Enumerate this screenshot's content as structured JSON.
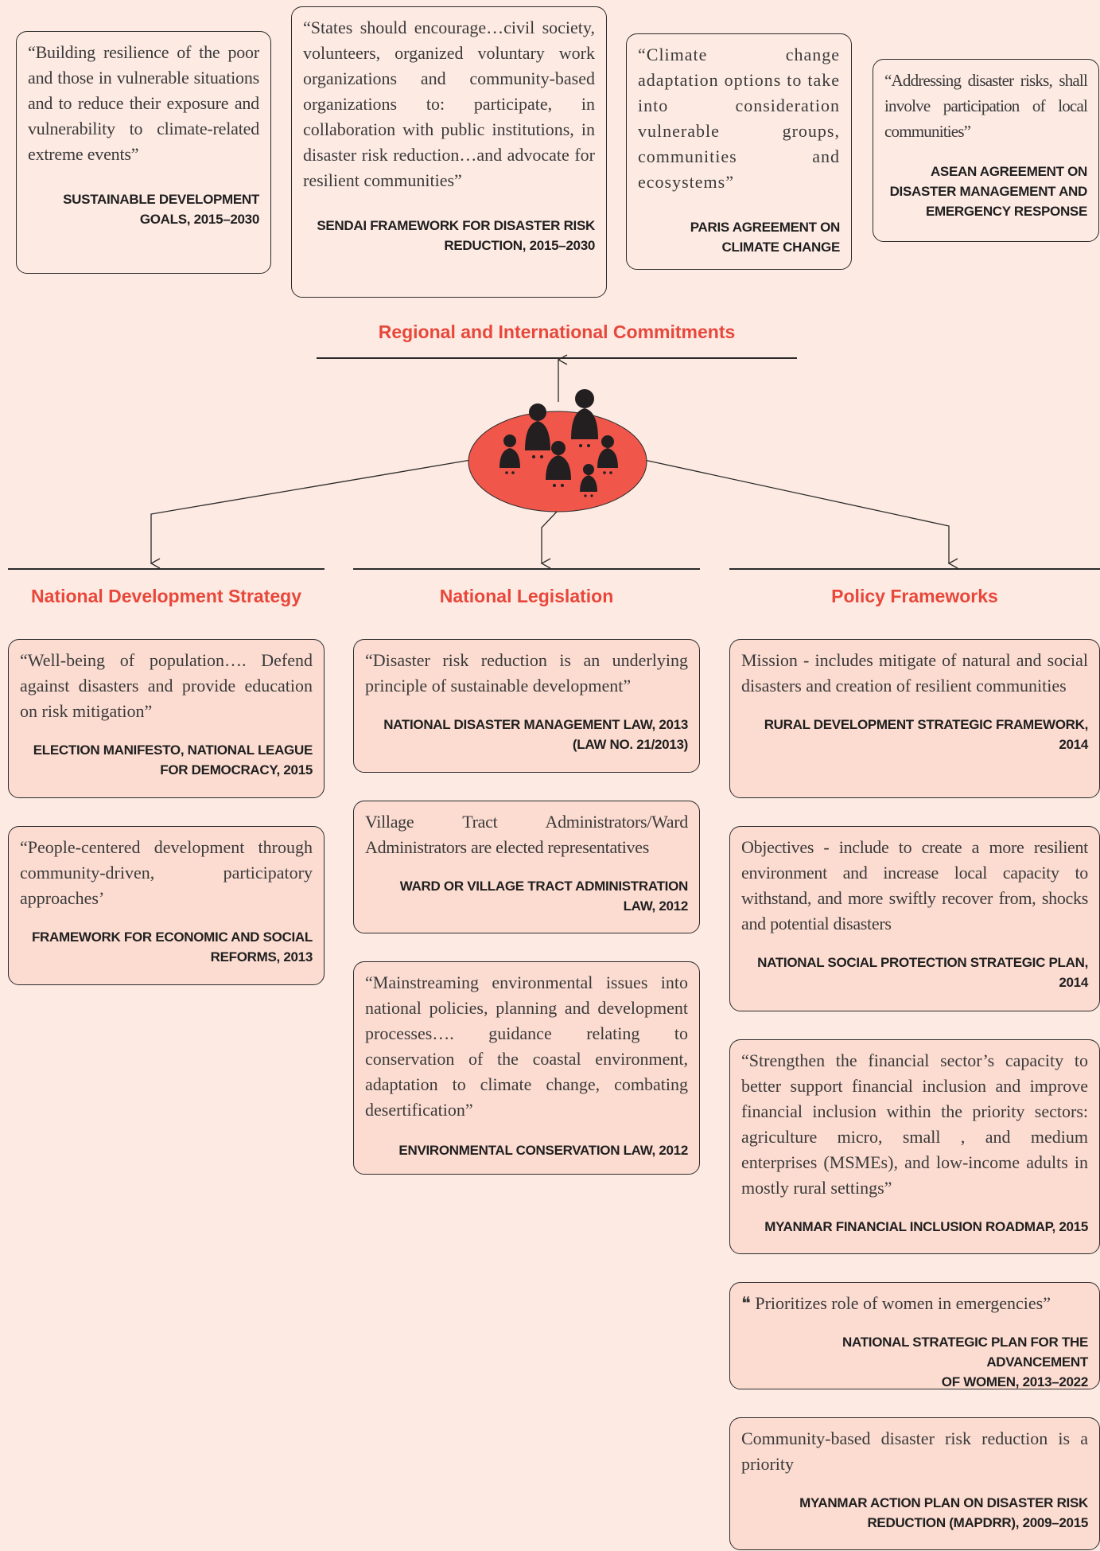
{
  "regional": {
    "heading": "Regional and International Commitments",
    "items": [
      {
        "quote": "“Building resilience of the poor and those in vulnerable situations and to reduce their exposure and vulnerability to climate-related extreme events”",
        "source_lines": [
          "SUSTAINABLE DEVELOPMENT",
          "GOALS, 2015–2030"
        ]
      },
      {
        "quote": "“States should encourage…civil society, volunteers, organized voluntary work organizations and community-based organizations to: participate, in collaboration with public institutions, in disaster risk reduction…and advocate for resilient communities”",
        "source_lines": [
          "SENDAI FRAMEWORK FOR DISASTER RISK",
          "REDUCTION, 2015–2030"
        ]
      },
      {
        "quote": "“Climate change adaptation options to take into consideration vulnerable groups, communities and ecosystems”",
        "source_lines": [
          "PARIS AGREEMENT ON",
          "CLIMATE CHANGE"
        ]
      },
      {
        "quote": "“Addressing disaster risks, shall involve participation of local communities”",
        "source_lines": [
          "ASEAN AGREEMENT ON",
          "DISASTER MANAGEMENT AND",
          "EMERGENCY RESPONSE"
        ]
      }
    ]
  },
  "national_development": {
    "heading": "National Development Strategy",
    "items": [
      {
        "quote": "“Well-being of population…. Defend against disasters and provide education on risk mitigation”",
        "source_lines": [
          "ELECTION MANIFESTO, NATIONAL LEAGUE",
          "FOR DEMOCRACY, 2015"
        ]
      },
      {
        "quote": "“People-centered development through community-driven, participatory approaches’",
        "source_lines": [
          "FRAMEWORK FOR ECONOMIC AND SOCIAL",
          "REFORMS, 2013"
        ]
      }
    ]
  },
  "national_legislation": {
    "heading": "National Legislation",
    "items": [
      {
        "quote": "“Disaster risk reduction is an underlying principle of sustainable development”",
        "source_lines": [
          "NATIONAL DISASTER MANAGEMENT LAW, 2013",
          "(LAW NO. 21/2013)"
        ]
      },
      {
        "quote": "Village Tract Administrators/Ward Administrators are elected representatives",
        "source_lines": [
          "WARD OR VILLAGE TRACT ADMINISTRATION",
          "LAW, 2012"
        ]
      },
      {
        "quote": "“Mainstreaming environmental issues into national policies, planning and development processes…. guidance relating to conservation of the coastal environment, adaptation to climate change, combating desertification”",
        "source_lines": [
          "ENVIRONMENTAL CONSERVATION LAW, 2012"
        ]
      }
    ]
  },
  "policy_frameworks": {
    "heading": "Policy Frameworks",
    "items": [
      {
        "quote": "Mission - includes mitigate of natural and social disasters and creation of resilient communities",
        "source_lines": [
          "RURAL DEVELOPMENT STRATEGIC FRAMEWORK,",
          "2014"
        ]
      },
      {
        "quote": "Objectives - include to create a more resilient environment and increase local capacity to withstand, and more swiftly recover from, shocks and potential disasters",
        "source_lines": [
          "NATIONAL SOCIAL PROTECTION STRATEGIC PLAN,",
          "2014"
        ]
      },
      {
        "quote": "“Strengthen the financial sector’s capacity to better support financial inclusion and improve financial inclusion within the priority sectors: agriculture micro, small , and medium enterprises (MSMEs), and low-income adults in mostly rural settings”",
        "source_lines": [
          "MYANMAR FINANCIAL INCLUSION ROADMAP, 2015"
        ]
      },
      {
        "quote": "❝ Prioritizes role of women in emergencies”",
        "source_lines": [
          "NATIONAL STRATEGIC PLAN FOR THE ADVANCEMENT",
          "OF WOMEN, 2013–2022"
        ]
      },
      {
        "quote": "Community-based disaster risk reduction is a priority",
        "source_lines": [
          "MYANMAR ACTION PLAN ON DISASTER RISK",
          "REDUCTION (MAPDRR), 2009–2015"
        ]
      }
    ]
  },
  "colors": {
    "background": "#fdeae3",
    "accent": "#e8473a",
    "hub_fill": "#f0564a",
    "box_tint": "#fcdcd1"
  },
  "hub": {
    "icon": "community-people-icon"
  }
}
